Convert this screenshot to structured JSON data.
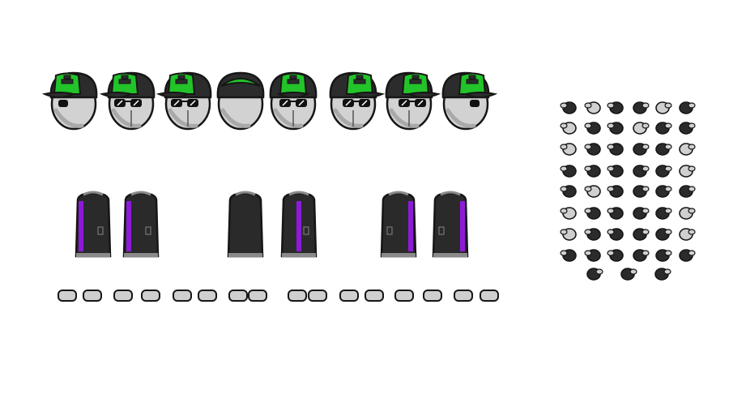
{
  "sprite_sheet": {
    "colors": {
      "outline": "#161616",
      "skin": "#d2d2d2",
      "skin_shade": "#a9a9a9",
      "cap": "#2c2c2c",
      "cap_accent": "#22c42a",
      "coat": "#2a2a2a",
      "coat_light": "#8a8a8a",
      "stripe": "#8d1ad8",
      "shoe": "#cfcfcf",
      "hand_dark": "#2b2b2b",
      "hand_light": "#d0d0d0"
    },
    "heads": [
      {
        "angle": "side-left",
        "glasses": false
      },
      {
        "angle": "three-quarter-left",
        "glasses": true
      },
      {
        "angle": "front-left",
        "glasses": true
      },
      {
        "angle": "back",
        "glasses": false
      },
      {
        "angle": "front",
        "glasses": true
      },
      {
        "angle": "front-right",
        "glasses": true
      },
      {
        "angle": "three-quarter-right",
        "glasses": true
      },
      {
        "angle": "side-right",
        "glasses": false
      }
    ],
    "coats": [
      {
        "view": "side-left",
        "stripe": "left"
      },
      {
        "view": "three-quarter-left",
        "stripe": "left"
      },
      {
        "view": "back",
        "stripe": "none"
      },
      {
        "view": "front",
        "stripe": "center"
      },
      {
        "view": "three-quarter-right",
        "stripe": "right"
      },
      {
        "view": "side-right",
        "stripe": "right"
      }
    ],
    "shoe_count": 16,
    "hand_grid": {
      "rows": 8,
      "cols": 6,
      "extra_bottom": 3
    }
  }
}
